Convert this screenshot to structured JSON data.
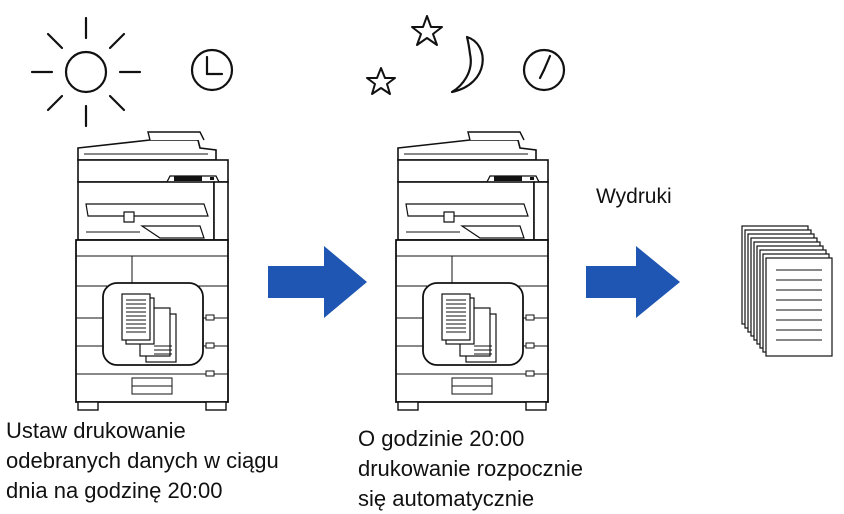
{
  "labels": {
    "prints": "Wydruki"
  },
  "captions": {
    "left": [
      "Ustaw drukowanie",
      "odebranych danych w ciągu",
      "dnia na godzinę 20:00"
    ],
    "middle": [
      "O godzinie 20:00",
      "drukowanie rozpocznie",
      "się automatycznie"
    ]
  },
  "colors": {
    "arrow": "#1f56b3",
    "line": "#111111",
    "panel_bg": "#ffffff"
  },
  "icons": {
    "day": "sun-icon",
    "day_time": "clock-icon",
    "night": "moon-icon",
    "night_stars": "star-icon",
    "night_time": "clock-icon",
    "output": "paper-stack-icon"
  }
}
